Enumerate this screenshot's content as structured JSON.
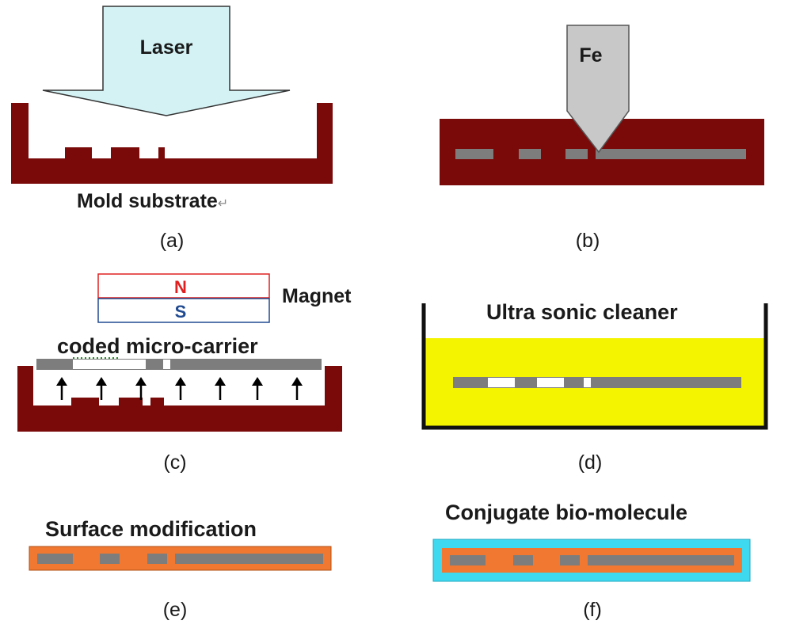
{
  "colors": {
    "mold": "#7a0a0a",
    "laser_fill": "#d4f2f4",
    "carrier": "#7d7d7d",
    "coating": "#f07830",
    "bio_layer": "#3fd9ef",
    "liquid": "#f4f400",
    "magnet_n": "#e02020",
    "magnet_s": "#204a90",
    "text": "#1a1a1a"
  },
  "panel_a": {
    "laser_label": "Laser",
    "substrate_label": "Mold substrate",
    "return_mark": "↵",
    "caption": "(a)"
  },
  "panel_b": {
    "tool_label": "Fe",
    "caption": "(b)"
  },
  "panel_c": {
    "pole_n": "N",
    "pole_s": "S",
    "magnet_label": "Magnet",
    "carrier_label": "coded micro-carrier",
    "caption": "(c)"
  },
  "panel_d": {
    "cleaner_label": "Ultra sonic cleaner",
    "caption": "(d)"
  },
  "panel_e": {
    "step_label": "Surface modification",
    "caption": "(e)"
  },
  "panel_f": {
    "step_label": "Conjugate bio-molecule",
    "caption": "(f)"
  }
}
